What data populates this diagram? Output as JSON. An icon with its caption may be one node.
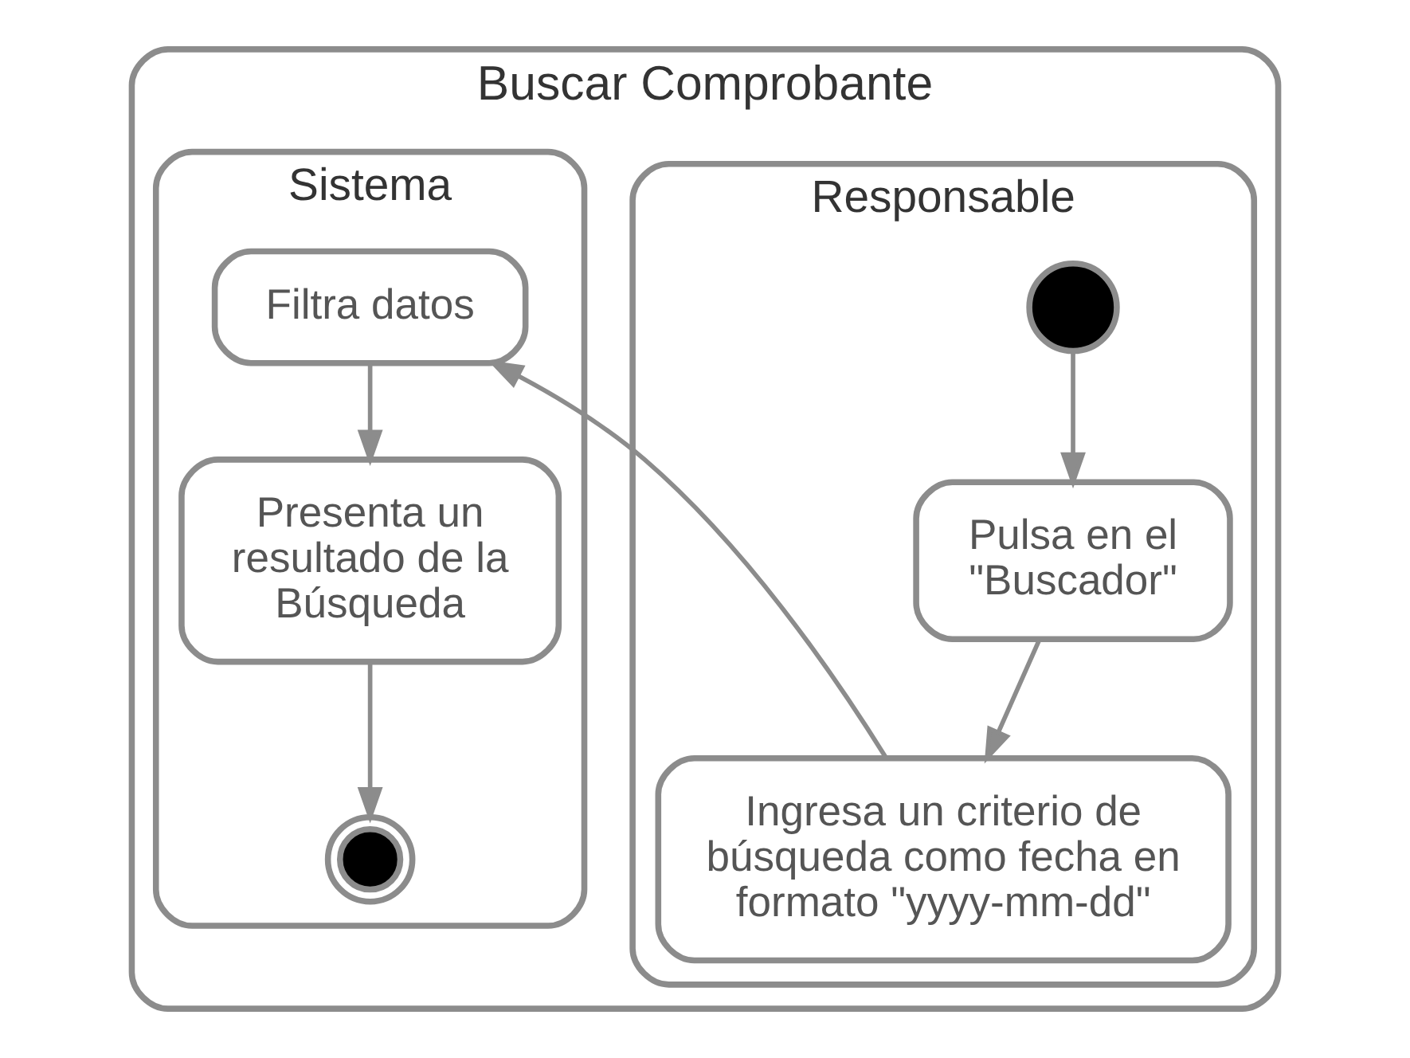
{
  "diagram": {
    "nodes": [
      {
        "text": [
          "Buscar Comprobante"
        ]
      },
      {
        "text": [
          "Responsable"
        ],
        "in": 0
      },
      {
        "text": [
          "Sistema"
        ],
        "in": 0
      },
      {
        "text": [],
        "shape": "circle",
        "in": 1
      },
      {
        "text": [
          "Pulsa en el \"Buscador\""
        ],
        "in": 1
      },
      {
        "text": [
          "Ingresa un criterio de búsqueda como fecha en formato \"yyyy-mm-dd\""
        ],
        "in": 1
      },
      {
        "text": [
          "Filtra datos"
        ],
        "in": 2
      },
      {
        "text": [
          "Presenta un resultado de la Búsqueda"
        ],
        "in": 2
      },
      {
        "text": [],
        "shape": "circle",
        "in": 2
      }
    ],
    "edges": [
      {
        "from": 3,
        "to": 4,
        "arrow": "to"
      },
      {
        "from": 4,
        "to": 5,
        "arrow": "to"
      },
      {
        "from": 5,
        "to": 6,
        "arrow": "to"
      },
      {
        "from": 6,
        "to": 7,
        "arrow": "to"
      },
      {
        "from": 7,
        "to": 8,
        "arrow": "to"
      }
    ]
  }
}
